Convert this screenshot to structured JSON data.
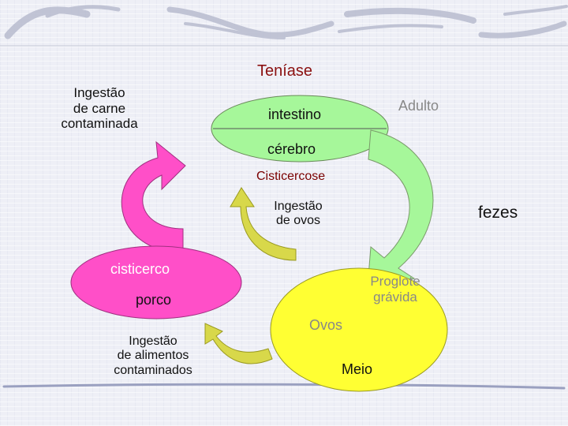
{
  "title": "Teníase",
  "labels": {
    "ingestao_carne": [
      "Ingestão",
      "de carne",
      "contaminada"
    ],
    "intestino": "intestino",
    "adulto": "Adulto",
    "cerebro": "cérebro",
    "cisticercose": "Cisticercose",
    "ingestao_ovos": [
      "Ingestão",
      "de ovos"
    ],
    "fezes": "fezes",
    "cisticerco": "cisticerco",
    "porco": "porco",
    "proglote": [
      "Proglote",
      "grávida"
    ],
    "ovos": "Ovos",
    "meio": "Meio",
    "ingestao_alimentos": [
      "Ingestão",
      "de alimentos",
      "contaminados"
    ]
  },
  "colors": {
    "title_text": "#8b1010",
    "green_shape": "#a6f79a",
    "magenta_shape": "#ff4fc8",
    "yellow_shape": "#ffff33",
    "olive_arrow": "#d8d84a",
    "light_text": "#888888",
    "dark_text": "#111111",
    "red_text": "#7a0000"
  }
}
